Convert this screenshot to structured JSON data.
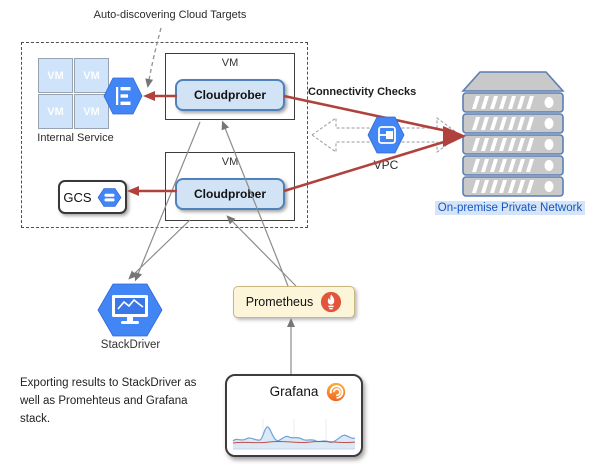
{
  "diagram": {
    "annotation_top": "Auto-discovering Cloud Targets",
    "internal_service": {
      "label": "Internal Service",
      "vms": [
        "VM",
        "VM",
        "VM",
        "VM"
      ]
    },
    "vm_top": {
      "title": "VM",
      "app": "Cloudprober"
    },
    "vm_bottom": {
      "title": "VM",
      "app": "Cloudprober"
    },
    "gcs": {
      "label": "GCS"
    },
    "connectivity_checks_label": "Connectivity Checks",
    "vpc_label": "VPC",
    "onprem_label": "On-premise Private Network",
    "stackdriver_label": "StackDriver",
    "prometheus_label": "Prometheus",
    "grafana_label": "Grafana",
    "note": "Exporting results to StackDriver as\nwell as Promehteus and Grafana\nstack.",
    "colors": {
      "gcp_blue": "#4285f4",
      "arrow_red": "#b0423d",
      "line_gray": "#8c8c8c",
      "cloudprober_fill": "#d3e3f6",
      "cloudprober_border": "#4f81bd",
      "prometheus_fill": "#fcf5da",
      "prometheus_icon": "#e2553a",
      "server_fill": "#c9c9c9",
      "server_border": "#5b7fb4",
      "onprem_text": "#1256c4",
      "onprem_bg": "#d6e4f8"
    }
  }
}
